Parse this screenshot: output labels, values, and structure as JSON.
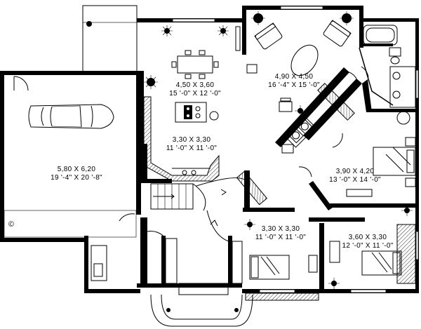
{
  "rooms": {
    "garage": {
      "metric": "5,80 X 6,20",
      "imperial": "19 '-4\" X 20 '-8\""
    },
    "dining": {
      "metric": "4,50 X 3,60",
      "imperial": "15 '-0\" X 12 '-0\""
    },
    "living": {
      "metric": "4,90 X 4,50",
      "imperial": "16 '-4\" X 15 '-0\""
    },
    "kitchen": {
      "metric": "3,30 X 3,30",
      "imperial": "11 '-0\" X 11 '-0\""
    },
    "master_bedroom": {
      "metric": "3,90 X 4,20",
      "imperial": "13 '-0\" X 14 '-0\""
    },
    "bedroom_2": {
      "metric": "3,30 X 3,30",
      "imperial": "11 '-0\" X 11 '-0\""
    },
    "bedroom_3": {
      "metric": "3,60 X 3,30",
      "imperial": "12 '-0\" X 11 '-0\""
    }
  },
  "symbols": {
    "copyright": "©"
  }
}
